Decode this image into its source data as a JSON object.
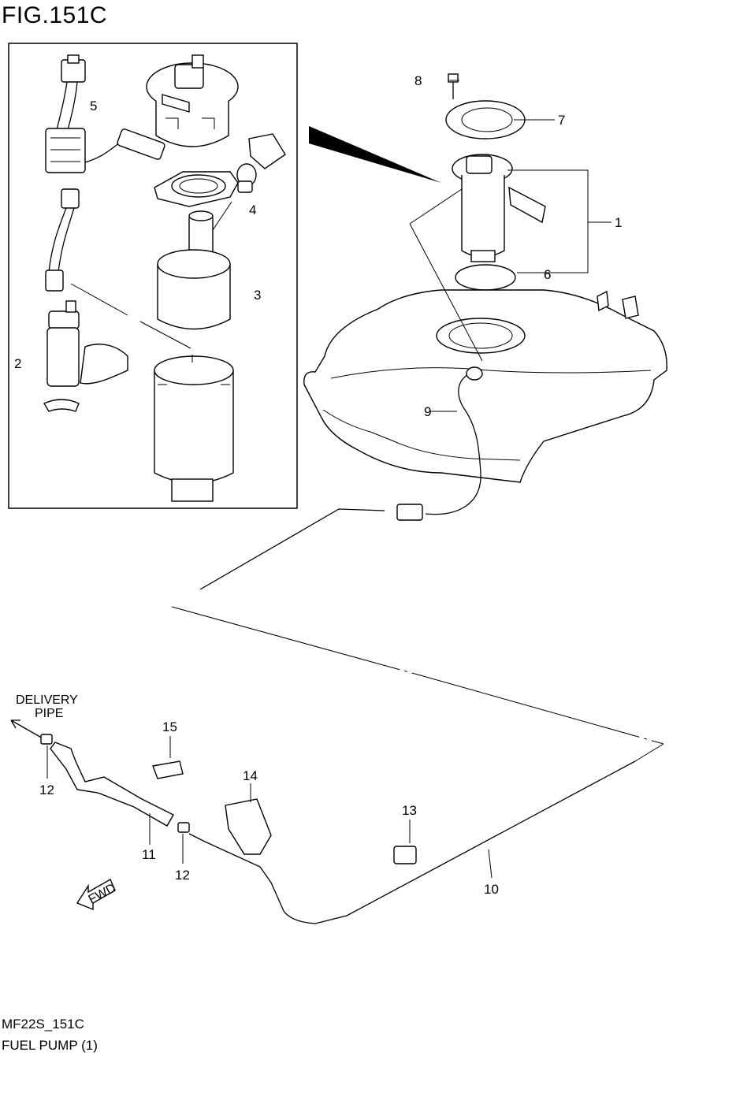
{
  "figure": {
    "title": "FIG.151C"
  },
  "callouts": [
    "1",
    "2",
    "3",
    "4",
    "5",
    "6",
    "7",
    "8",
    "9",
    "10",
    "11",
    "12",
    "12",
    "13",
    "14",
    "15"
  ],
  "delivery_pipe": {
    "line1": "DELIVERY",
    "line2": "PIPE"
  },
  "fwd_label": "FWD",
  "caption": {
    "code": "MF22S_151C",
    "name": "FUEL PUMP (1)"
  }
}
